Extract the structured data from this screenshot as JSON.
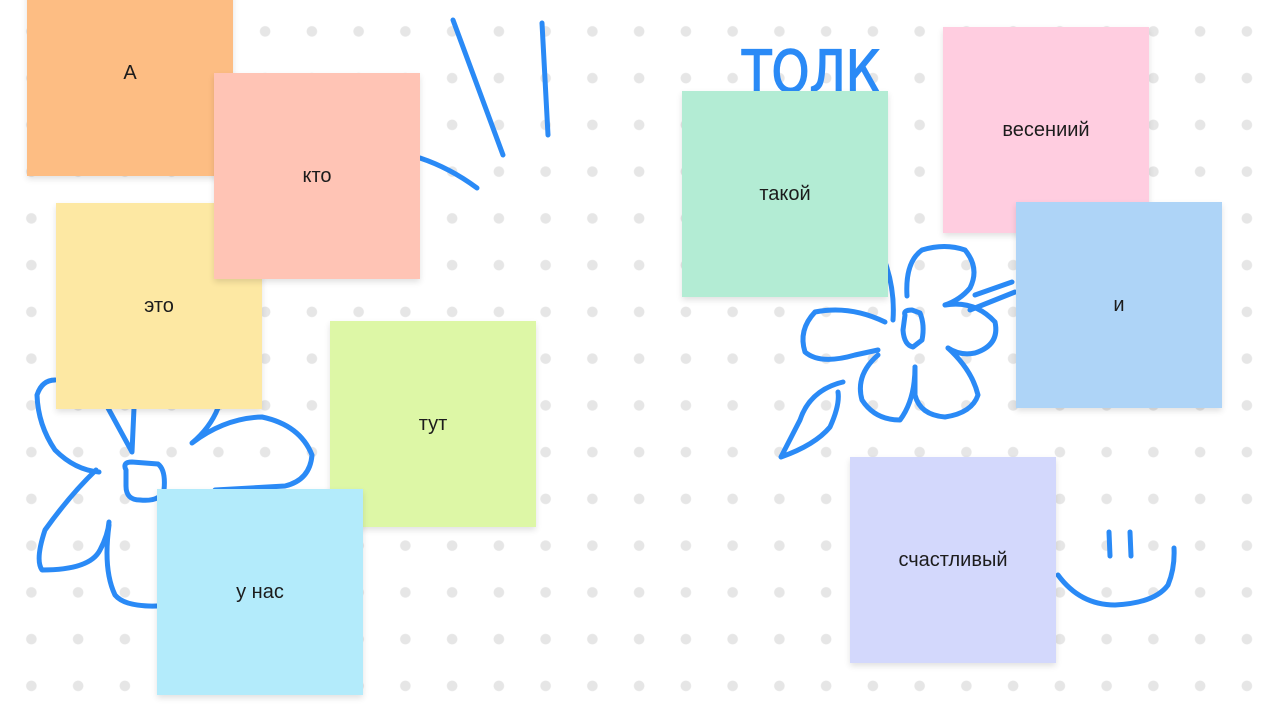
{
  "board": {
    "notes": [
      {
        "text": "А",
        "color": "#FDBD83"
      },
      {
        "text": "кто",
        "color": "#FFC4B5"
      },
      {
        "text": "это",
        "color": "#FDE8A3"
      },
      {
        "text": "тут",
        "color": "#DDF7A6"
      },
      {
        "text": "у нас",
        "color": "#B3EBFB"
      },
      {
        "text": "такой",
        "color": "#B3ECD4"
      },
      {
        "text": "весениий",
        "color": "#FFCDE0"
      },
      {
        "text": "и",
        "color": "#AED4F7"
      },
      {
        "text": "счастливый",
        "color": "#D3D8FC"
      }
    ],
    "handwriting": "ТОЛК",
    "ink_color": "#2A8AF6"
  }
}
